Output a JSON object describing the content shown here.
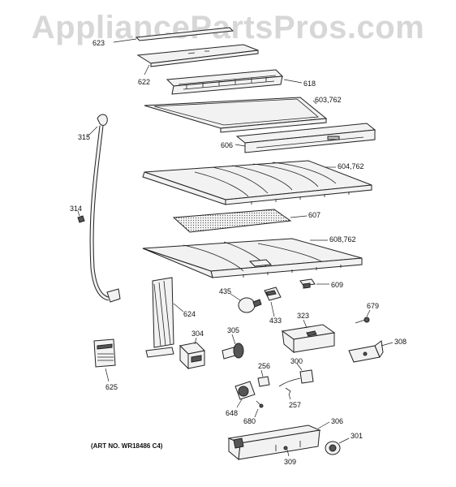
{
  "watermark": "AppliancePartsPros.com",
  "art_number": "(ART NO. WR18486 C4)",
  "callouts": {
    "c623": "623",
    "c622": "622",
    "c618": "618",
    "c603": "603,762",
    "c315": "315",
    "c606": "606",
    "c604": "604,762",
    "c314": "314",
    "c607": "607",
    "c608": "608,762",
    "c609": "609",
    "c435": "435",
    "c624": "624",
    "c433": "433",
    "c323": "323",
    "c679": "679",
    "c304": "304",
    "c305": "305",
    "c308": "308",
    "c625": "625",
    "c300": "300",
    "c256": "256",
    "c257": "257",
    "c648": "648",
    "c680": "680",
    "c306": "306",
    "c301": "301",
    "c309": "309"
  }
}
